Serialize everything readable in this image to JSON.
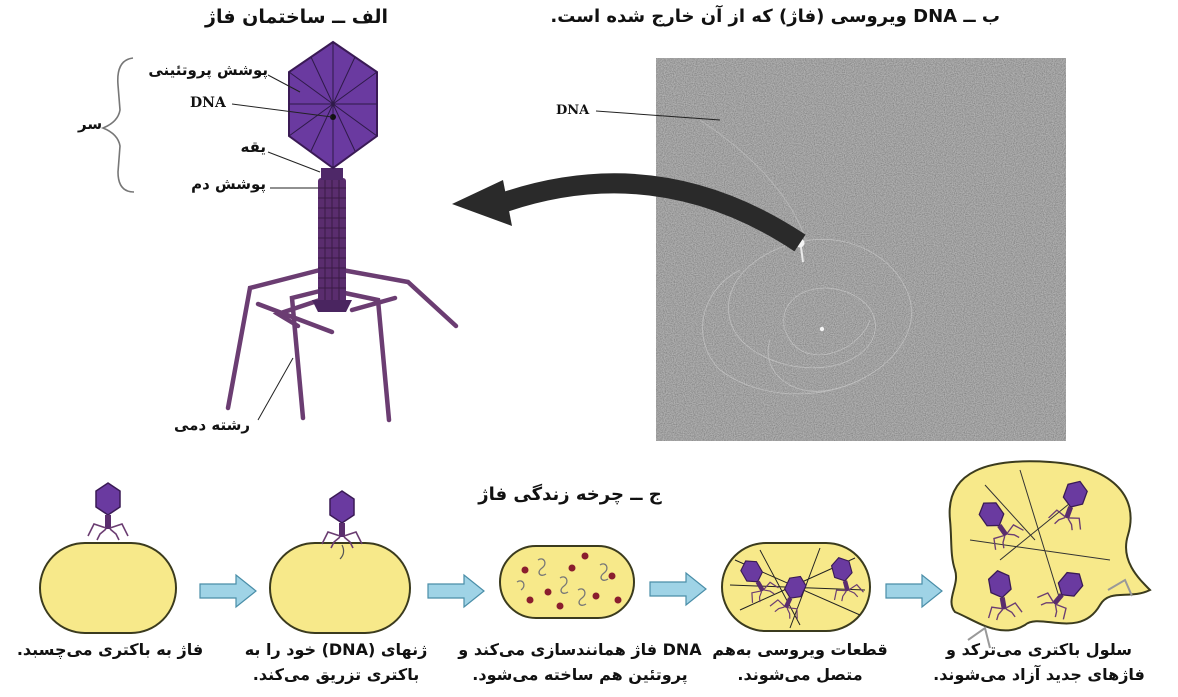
{
  "panel_a": {
    "title": "الف ــ ساختمان فاژ",
    "labels": {
      "protein_coat": "پوشش پروتئینی",
      "dna": "DNA",
      "head": "سر",
      "collar": "یقه",
      "tail_sheath": "پوشش دم",
      "tail_fiber": "رشته دمی"
    }
  },
  "panel_b": {
    "title": "ب ــ DNA ویروسی (فاژ) که از آن خارج شده است.",
    "dna_label": "DNA"
  },
  "panel_c": {
    "title": "ج ــ چرخه زندگی فاژ",
    "steps": [
      {
        "line1": "فاژ به باکتری می‌چسبد.",
        "line2": ""
      },
      {
        "line1": "ژنهای (DNA) خود را به",
        "line2": "باکتری تزریق می‌کند."
      },
      {
        "line1": "DNA فاژ همانندسازی می‌کند و",
        "line2": "پروتئین هم ساخته می‌شود."
      },
      {
        "line1": "قطعات ویروسی به‌هم",
        "line2": "متصل می‌شوند."
      },
      {
        "line1": "سلول باکتری می‌ترکد و",
        "line2": "فاژهای جدید آزاد می‌شوند."
      }
    ]
  },
  "colors": {
    "phage_purple": "#6a3aa0",
    "phage_outline": "#3a1a55",
    "tail_fiber": "#6b3d72",
    "bacterium_fill": "#f7e98a",
    "bacterium_outline": "#3b3b1e",
    "arrow_blue": "#9fd3e6",
    "curved_arrow": "#2a2a2a",
    "micrograph_gray": "#5a5a5a"
  }
}
